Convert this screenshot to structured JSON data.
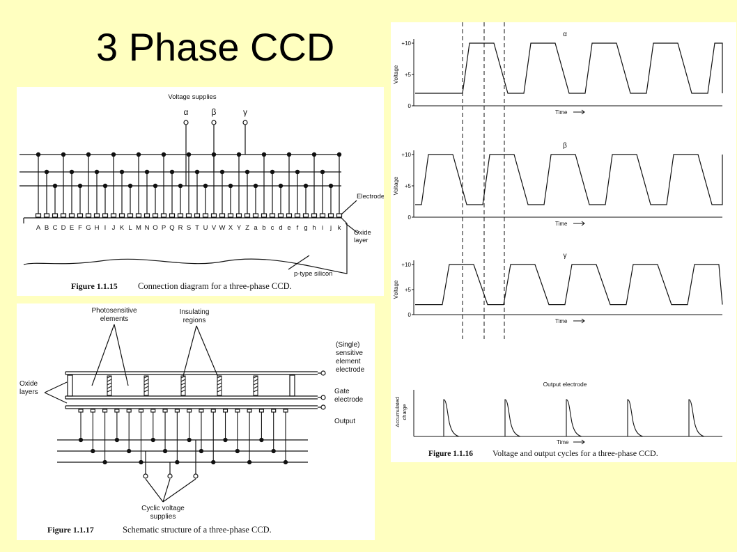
{
  "title": "3 Phase CCD",
  "fig15": {
    "supplies_label": "Voltage supplies",
    "phase_labels": [
      "α",
      "β",
      "γ"
    ],
    "electrode_letters": [
      "A",
      "B",
      "C",
      "D",
      "E",
      "F",
      "G",
      "H",
      "I",
      "J",
      "K",
      "L",
      "M",
      "N",
      "O",
      "P",
      "Q",
      "R",
      "S",
      "T",
      "U",
      "V",
      "W",
      "X",
      "Y",
      "Z",
      "a",
      "b",
      "c",
      "d",
      "e",
      "f",
      "g",
      "h",
      "i",
      "j",
      "k"
    ],
    "electrodes_label": "Electrodes",
    "oxide_label_1": "Oxide",
    "oxide_label_2": "layer",
    "silicon_label": "p-type silicon",
    "caption_num": "Figure 1.1.15",
    "caption_text": "Connection diagram for a three-phase CCD."
  },
  "fig17": {
    "photo_label_1": "Photosensitive",
    "photo_label_2": "elements",
    "insul_label_1": "Insulating",
    "insul_label_2": "regions",
    "single_1": "(Single)",
    "single_2": "sensitive",
    "single_3": "element",
    "single_4": "electrode",
    "gate_1": "Gate",
    "gate_2": "electrode",
    "output_label": "Output",
    "oxide_1": "Oxide",
    "oxide_2": "layers",
    "cyclic_1": "Cyclic voltage",
    "cyclic_2": "supplies",
    "caption_num": "Figure 1.1.17",
    "caption_text": "Schematic structure of a three-phase CCD."
  },
  "fig16": {
    "chart_data": [
      {
        "type": "line",
        "title": "α",
        "xlabel": "Time",
        "ylabel": "Voltage",
        "ytick_labels": [
          "0",
          "+5",
          "+10"
        ],
        "ylim": [
          0,
          11
        ],
        "pulse_start_cycles": [
          0,
          1,
          2,
          3,
          4
        ],
        "period_cycles": 1,
        "high": 10,
        "low": 2
      },
      {
        "type": "line",
        "title": "β",
        "xlabel": "Time",
        "ylabel": "Voltage",
        "ytick_labels": [
          "0",
          "+5",
          "+10"
        ],
        "ylim": [
          0,
          11
        ],
        "pulse_start_cycles": [
          -0.67,
          0.33,
          1.33,
          2.33,
          3.33,
          4.33
        ],
        "period_cycles": 1,
        "high": 10,
        "low": 2
      },
      {
        "type": "line",
        "title": "γ",
        "xlabel": "Time",
        "ylabel": "Voltage",
        "ytick_labels": [
          "0",
          "+5",
          "+10"
        ],
        "ylim": [
          0,
          11
        ],
        "pulse_start_cycles": [
          -0.33,
          0.67,
          1.67,
          2.67,
          3.67
        ],
        "period_cycles": 1,
        "high": 10,
        "low": 2
      },
      {
        "type": "line",
        "title": "Output electrode",
        "xlabel": "Time",
        "ylabel_1": "Accumulated",
        "ylabel_2": "charge",
        "spike_cycles": [
          0,
          1,
          2,
          3,
          4
        ]
      }
    ],
    "caption_num": "Figure 1.1.16",
    "caption_text": "Voltage and output cycles for a three-phase CCD."
  }
}
